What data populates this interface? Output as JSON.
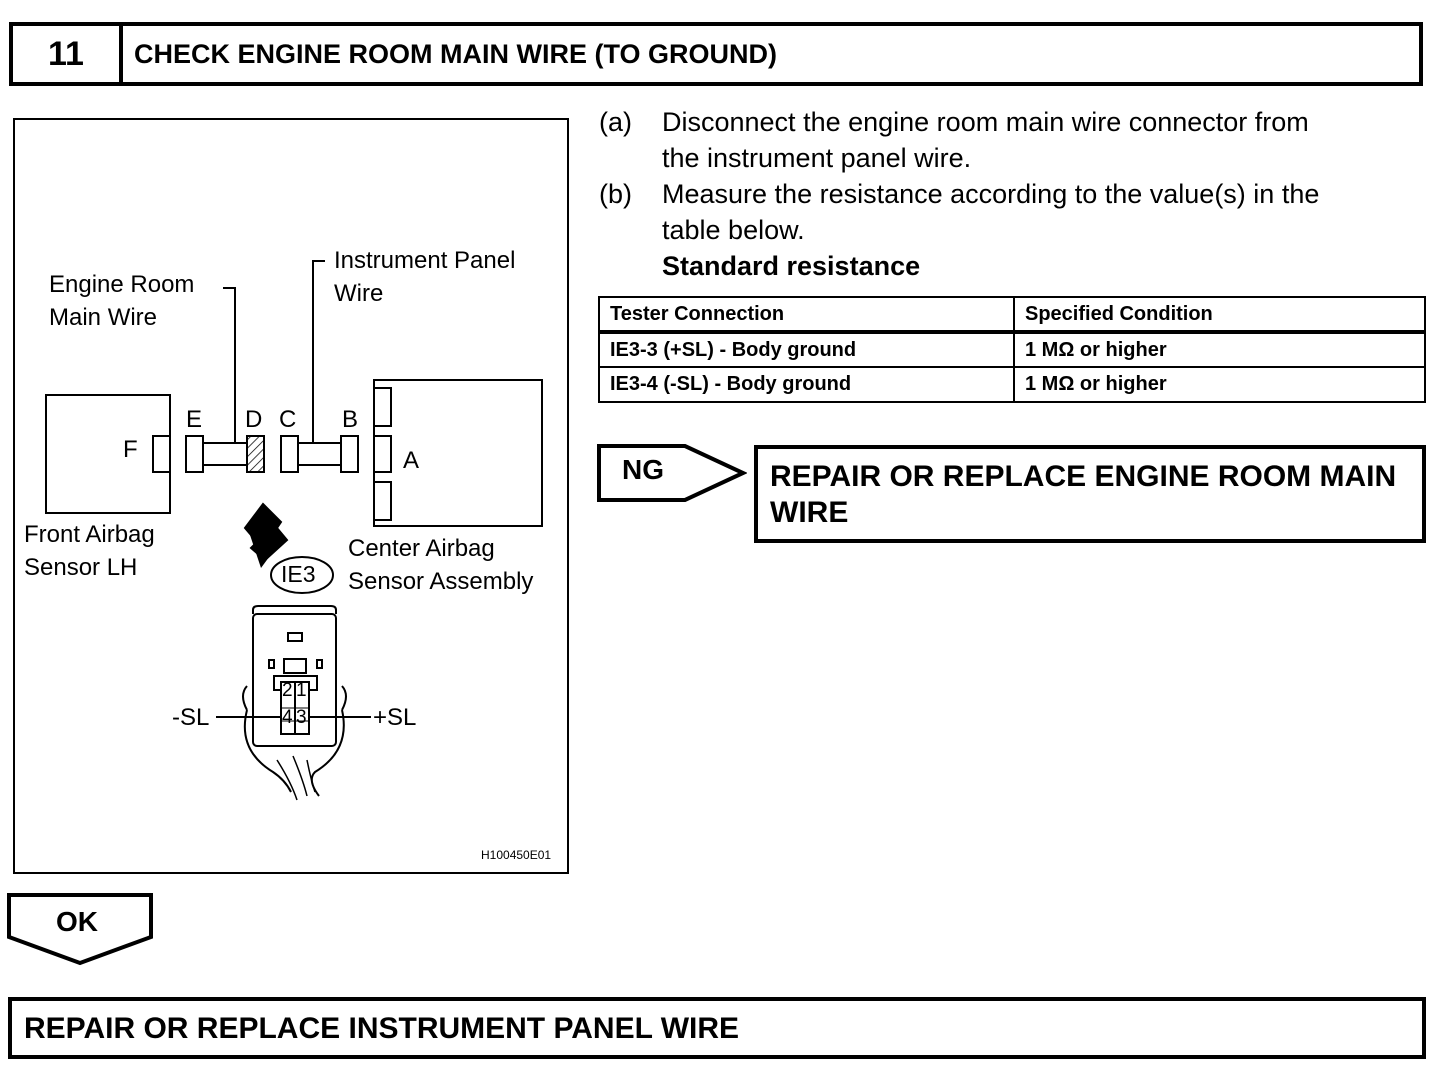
{
  "step": {
    "number": "11",
    "title": "CHECK ENGINE ROOM MAIN WIRE (TO GROUND)"
  },
  "figure": {
    "labels": {
      "engine_room_main_wire": [
        "Engine Room",
        "Main Wire"
      ],
      "instrument_panel_wire": [
        "Instrument Panel",
        "Wire"
      ],
      "front_airbag_sensor": [
        "Front Airbag",
        "Sensor LH"
      ],
      "center_airbag_sensor": [
        "Center Airbag",
        "Sensor Assembly"
      ],
      "connector_letters": {
        "A": "A",
        "B": "B",
        "C": "C",
        "D": "D",
        "E": "E",
        "F": "F"
      },
      "connector_id": "IE3",
      "pins": [
        "2",
        "1",
        "4",
        "3"
      ],
      "minus_sl": "-SL",
      "plus_sl": "+SL"
    },
    "figure_id": "H100450E01"
  },
  "instructions": [
    {
      "label": "(a)",
      "lines": [
        "Disconnect the engine room main wire connector from",
        "the instrument panel wire."
      ]
    },
    {
      "label": "(b)",
      "lines": [
        "Measure the resistance according to the value(s) in the",
        "table below."
      ]
    }
  ],
  "standard_heading": "Standard resistance",
  "table": {
    "headers": [
      "Tester Connection",
      "Specified Condition"
    ],
    "rows": [
      [
        "IE3-3 (+SL) - Body ground",
        "1 MΩ or higher"
      ],
      [
        "IE3-4 (-SL) - Body ground",
        "1 MΩ or higher"
      ]
    ]
  },
  "ng": {
    "tag": "NG",
    "action_lines": [
      "REPAIR OR REPLACE ENGINE ROOM MAIN",
      "WIRE"
    ]
  },
  "ok": {
    "tag": "OK",
    "action": "REPAIR OR REPLACE INSTRUMENT PANEL WIRE"
  },
  "colors": {
    "ink": "#000000",
    "background": "#ffffff"
  }
}
